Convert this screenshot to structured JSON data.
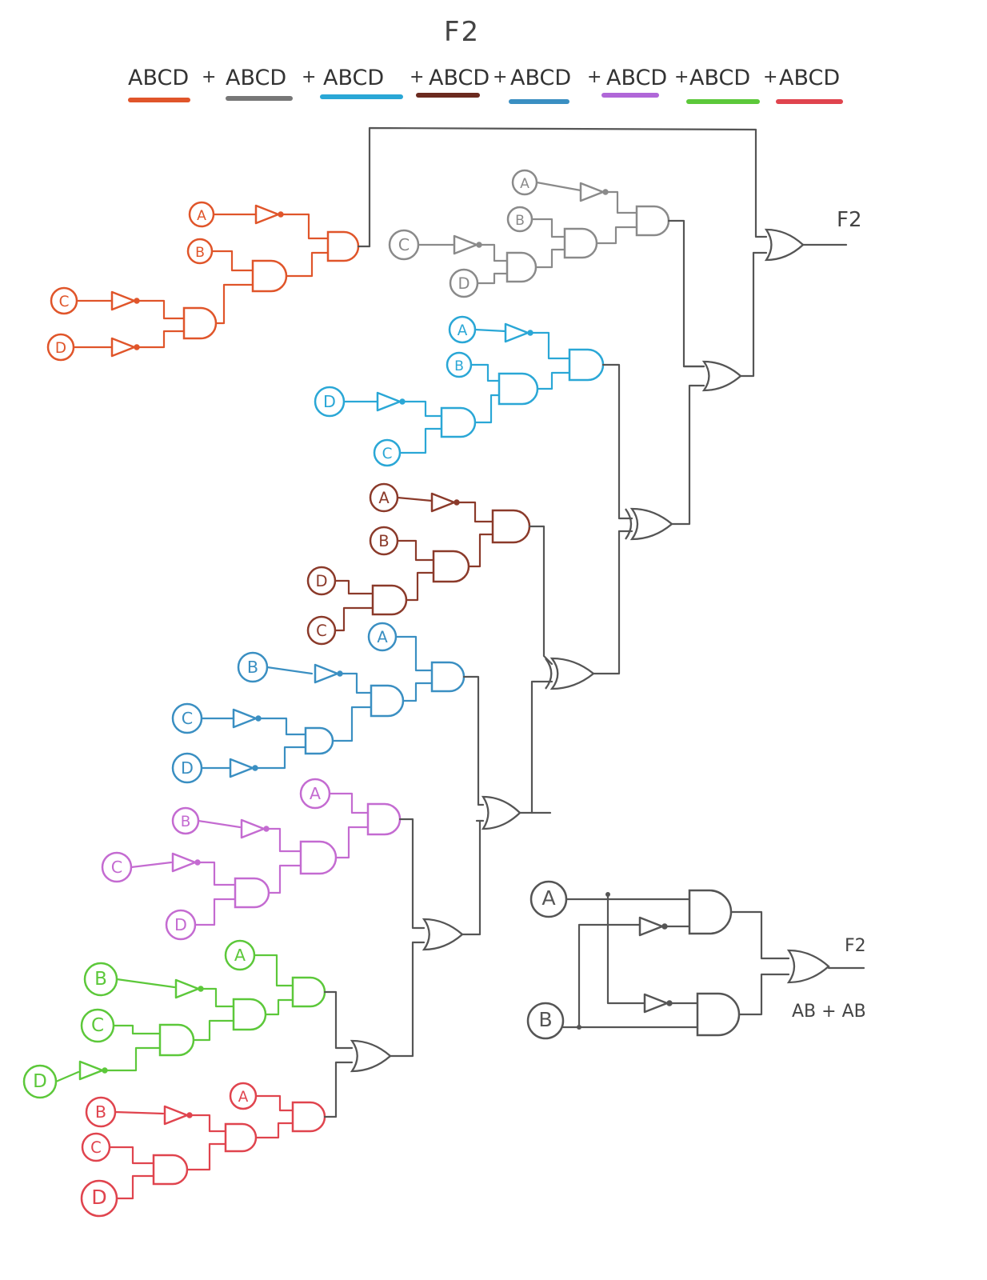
{
  "title": "F2",
  "expression_terms": [
    {
      "text": "ABCD",
      "color": "#e0552a"
    },
    {
      "text": "ABCD",
      "color": "#8a8a8a"
    },
    {
      "text": "ABCD",
      "color": "#2aa7d6"
    },
    {
      "text": "ABCD",
      "color": "#8b3a2a"
    },
    {
      "text": "ABCD",
      "color": "#3a8fc2"
    },
    {
      "text": "ABCD",
      "color": "#c46bd1"
    },
    {
      "text": "ABCD",
      "color": "#5cc83a"
    },
    {
      "text": "ABCD",
      "color": "#e0444e"
    }
  ],
  "plus_sign": "+",
  "main_output_label": "F2",
  "inset": {
    "input_a": "A",
    "input_b": "B",
    "output_label": "F2",
    "expression": "AB + AB"
  },
  "groups": {
    "orange": {
      "color": "#e0552a",
      "inputs": [
        "A",
        "B",
        "C",
        "D"
      ]
    },
    "gray": {
      "color": "#8a8a8a",
      "inputs": [
        "A",
        "B",
        "C",
        "D"
      ]
    },
    "cyan": {
      "color": "#2aa7d6",
      "inputs": [
        "A",
        "B",
        "D",
        "C"
      ]
    },
    "brown": {
      "color": "#8b3a2a",
      "inputs": [
        "A",
        "B",
        "D",
        "C"
      ]
    },
    "blue": {
      "color": "#3a8fc2",
      "inputs": [
        "A",
        "B",
        "C",
        "D"
      ]
    },
    "pink": {
      "color": "#c46bd1",
      "inputs": [
        "A",
        "B",
        "C",
        "D"
      ]
    },
    "green": {
      "color": "#5cc83a",
      "inputs": [
        "A",
        "B",
        "C",
        "D"
      ]
    },
    "red": {
      "color": "#e0444e",
      "inputs": [
        "A",
        "B",
        "C",
        "D"
      ]
    }
  },
  "wire_color": "#555555"
}
